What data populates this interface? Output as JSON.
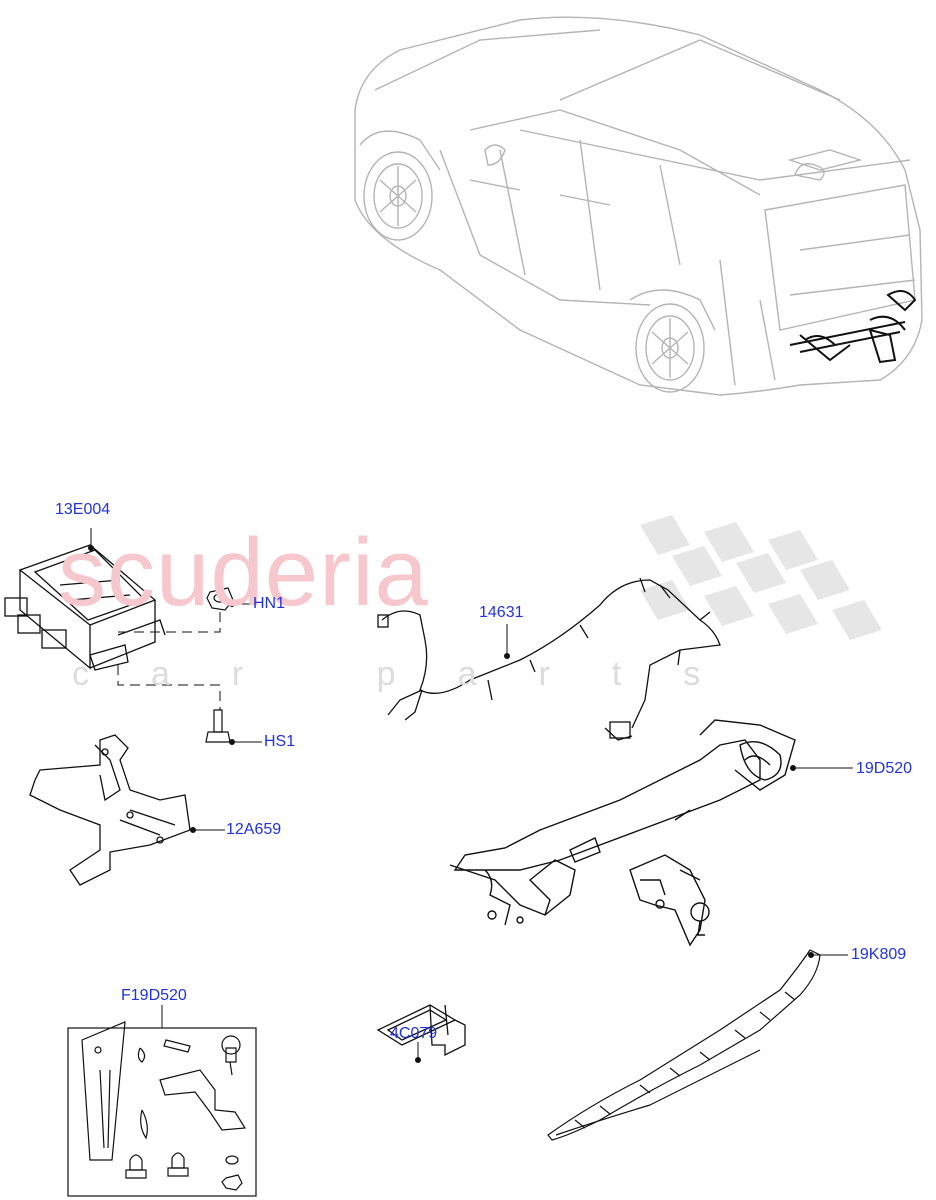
{
  "watermark": {
    "brand": "scuderia",
    "sub": "car parts"
  },
  "callouts": {
    "c13E004": "13E004",
    "cHN1": "HN1",
    "cHS1": "HS1",
    "c12A659": "12A659",
    "c14631": "14631",
    "c19D520": "19D520",
    "c19K809": "19K809",
    "cF19D520": "F19D520",
    "c4C079": "4C079"
  },
  "colors": {
    "callout": "#2233dd",
    "linework": "#111111",
    "vehicle": "#b4b4b4",
    "watermark_red": "#f6c7cc",
    "watermark_grey": "#dcdcdc"
  }
}
